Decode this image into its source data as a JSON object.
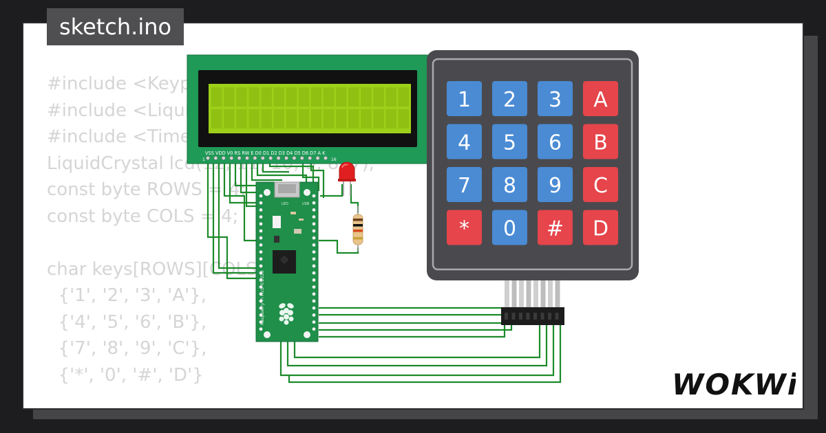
{
  "file": {
    "name": "sketch.ino"
  },
  "code": {
    "lines": [
      "#include <Keypad.h>",
      "#include <LiquidCrystal.h>",
      "#include <TimeLib.h>",
      "LiquidCrystal lcd(12, 11, 10, 9, 8, 7);",
      "const byte ROWS = 4;",
      "const byte COLS = 4;",
      "",
      "char keys[ROWS][COLS] = {",
      "  {'1', '2', '3', 'A'},",
      "  {'4', '5', '6', 'B'},",
      "  {'7', '8', '9', 'C'},",
      "  {'*', '0', '#', 'D'}"
    ]
  },
  "lcd": {
    "pins_label": "VSS VDD V0 RS RW E  D0 D1 D2 D3 D4 D5 D6 D7 A  K",
    "pin_first": "1",
    "pin_last": "16"
  },
  "board": {
    "side_text": "Raspberry Pi Pico ©2020",
    "led_label": "LED",
    "usb_label": "USB"
  },
  "keypad": {
    "rows": [
      [
        {
          "label": "1",
          "kind": "num"
        },
        {
          "label": "2",
          "kind": "num"
        },
        {
          "label": "3",
          "kind": "num"
        },
        {
          "label": "A",
          "kind": "func"
        }
      ],
      [
        {
          "label": "4",
          "kind": "num"
        },
        {
          "label": "5",
          "kind": "num"
        },
        {
          "label": "6",
          "kind": "num"
        },
        {
          "label": "B",
          "kind": "func"
        }
      ],
      [
        {
          "label": "7",
          "kind": "num"
        },
        {
          "label": "8",
          "kind": "num"
        },
        {
          "label": "9",
          "kind": "num"
        },
        {
          "label": "C",
          "kind": "func"
        }
      ],
      [
        {
          "label": "*",
          "kind": "func"
        },
        {
          "label": "0",
          "kind": "num"
        },
        {
          "label": "#",
          "kind": "func"
        },
        {
          "label": "D",
          "kind": "func"
        }
      ]
    ]
  },
  "brand": {
    "name": "WOKWi"
  },
  "colors": {
    "background": "#1d1d1f",
    "card": "#ffffff",
    "code_text": "#d5d5d7",
    "tab_bg": "#4f4f51",
    "wire": "#1b8a2a",
    "lcd_board": "#1f9a57",
    "lcd_screen": "#9ed01a",
    "pico_board": "#1f8f4a",
    "keypad_body": "#4a4a4e",
    "key_number": "#4a8bd4",
    "key_function": "#e5454b",
    "led": "#e02020"
  }
}
